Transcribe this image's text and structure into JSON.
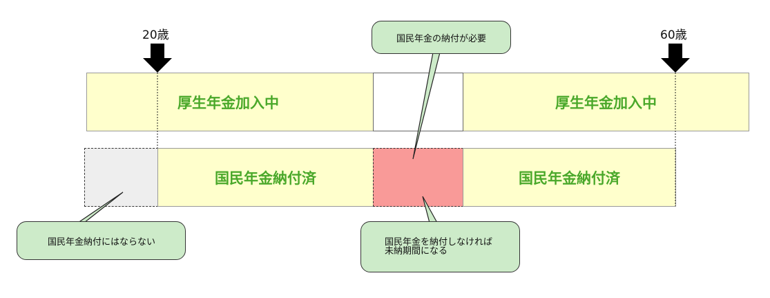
{
  "ages": {
    "start": "20歳",
    "end": "60歳"
  },
  "top_row": {
    "left": "厚生年金加入中",
    "right": "厚生年金加入中"
  },
  "bottom_row": {
    "left": "国民年金納付済",
    "right": "国民年金納付済"
  },
  "callouts": {
    "top": "国民年金の納付が必要",
    "left": "国民年金納付にはならない",
    "right_line1": "国民年金を納付しなければ",
    "right_line2": "未納期間になる"
  },
  "colors": {
    "yellow": "#ffffcc",
    "green_text": "#4aa82a",
    "callout": "#cdebc9",
    "red": "#f99a98",
    "gray": "#eeeeee"
  }
}
